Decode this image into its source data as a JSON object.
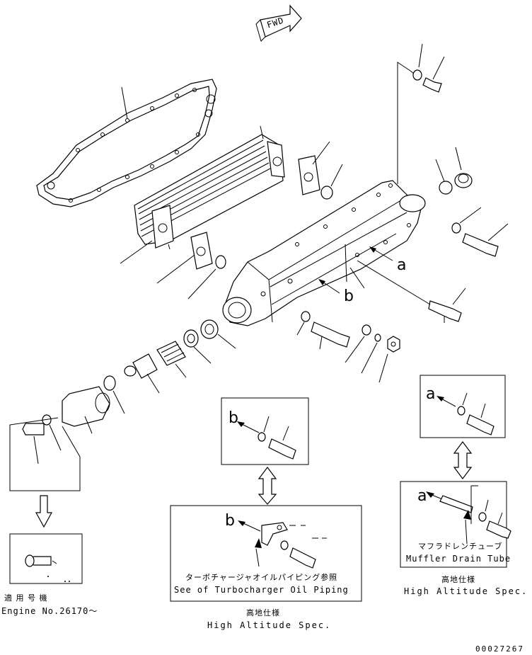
{
  "fwd_label": "FWD",
  "ref_a": "a",
  "ref_b": "b",
  "box_left": {
    "applicable_jp": "適 用 号 機",
    "applicable_en": "Engine No.26170～"
  },
  "box_center": {
    "note_jp": "ターボチャージャオイルパイピング参照",
    "note_en": "See of Turbocharger Oil Piping",
    "caption_jp": "高地仕様",
    "caption_en": "High Altitude Spec."
  },
  "box_right": {
    "part_jp": "マフラドレンチューブ",
    "part_en": "Muffler Drain Tube",
    "caption_jp": "高地仕様",
    "caption_en": "High Altitude Spec."
  },
  "drawing_number": "00027267"
}
